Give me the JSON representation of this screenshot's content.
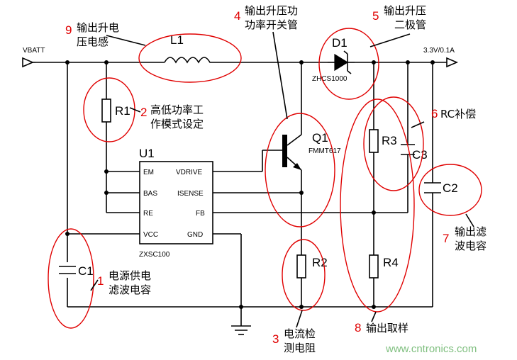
{
  "labels": {
    "vbatt": "VBATT",
    "vout": "3.3V/0.1A",
    "l1": "L1",
    "d1": "D1",
    "d1_part": "ZHCS1000",
    "q1": "Q1",
    "q1_part": "FMMT617",
    "r1": "R1",
    "r2": "R2",
    "r3": "R3",
    "r4": "R4",
    "c1": "C1",
    "c2": "C2",
    "c3": "C3",
    "u1": "U1",
    "u1_part": "ZXSC100",
    "pin_em": "EM",
    "pin_bas": "BAS",
    "pin_re": "RE",
    "pin_vcc": "VCC",
    "pin_vdrive": "VDRIVE",
    "pin_isense": "ISENSE",
    "pin_fb": "FB",
    "pin_gnd": "GND"
  },
  "annotations": [
    {
      "num": "9",
      "lines": [
        "输出升电",
        "压电感"
      ]
    },
    {
      "num": "4",
      "lines": [
        "输出升压功",
        "功率开关管"
      ]
    },
    {
      "num": "5",
      "lines": [
        "输出升压",
        "二极管"
      ]
    },
    {
      "num": "2",
      "lines": [
        "高低功率工",
        "作模式设定"
      ]
    },
    {
      "num": "6",
      "lines": [
        "RC补偿"
      ]
    },
    {
      "num": "7",
      "lines": [
        "输出滤",
        "波电容"
      ]
    },
    {
      "num": "1",
      "lines": [
        "电源供电",
        "滤波电容"
      ]
    },
    {
      "num": "3",
      "lines": [
        "电流检",
        "测电阻"
      ]
    },
    {
      "num": "8",
      "lines": [
        "输出取样"
      ]
    }
  ],
  "watermark": "www.cntronics.com",
  "colors": {
    "annotation": "#e00000",
    "watermark": "#7fbf7f",
    "wire": "#000000"
  }
}
